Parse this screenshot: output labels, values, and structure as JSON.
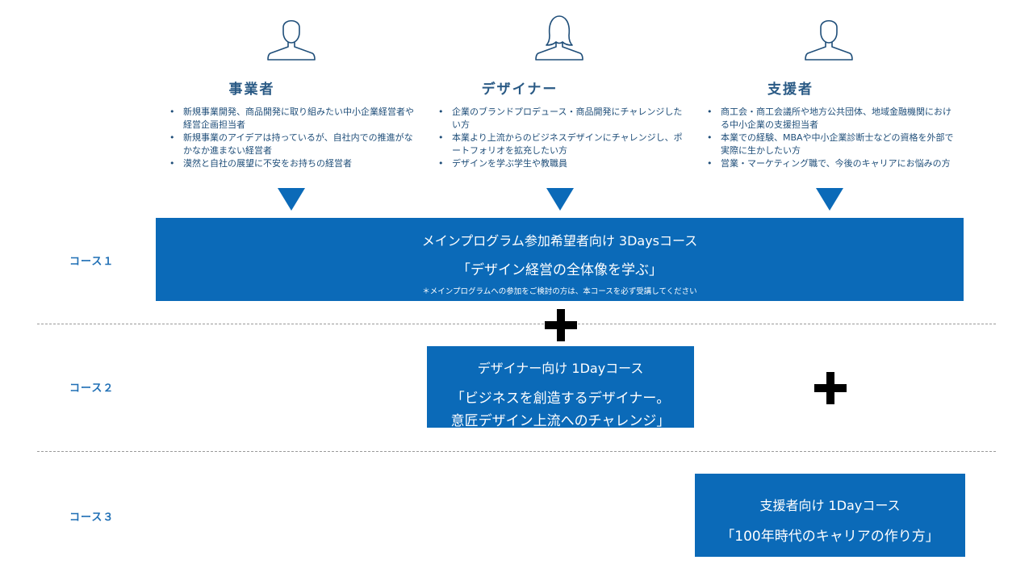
{
  "personas": [
    {
      "title": "事業者",
      "icon": "male-user-icon",
      "items": [
        "新規事業開発、商品開発に取り組みたい中小企業経営者や経営企画担当者",
        "新規事業のアイデアは持っているが、自社内での推進がなかなか進まない経営者",
        "漠然と自社の展望に不安をお持ちの経営者"
      ]
    },
    {
      "title": "デザイナー",
      "icon": "female-user-icon",
      "items": [
        "企業のブランドプロデュース・商品開発にチャレンジしたい方",
        "本業より上流からのビジネスデザインにチャレンジし、ポートフォリオを拡充したい方",
        "デザインを学ぶ学生や教職員"
      ]
    },
    {
      "title": "支援者",
      "icon": "male-user-icon",
      "items": [
        "商工会・商工会議所や地方公共団体、地域金融機関における中小企業の支援担当者",
        "本業での経験、MBAや中小企業診断士などの資格を外部で実際に生かしたい方",
        "営業・マーケティング職で、今後のキャリアにお悩みの方"
      ]
    }
  ],
  "courses": [
    {
      "label": "コース１",
      "title": "メインプログラム参加希望者向け 3Daysコース",
      "subtitle": "「デザイン経営の全体像を学ぶ」",
      "note": "＊メインプログラムへの参加をご検討の方は、本コースを必ず受講してください"
    },
    {
      "label": "コース２",
      "title": "デザイナー向け 1Dayコース",
      "subtitle_line1": "「ビジネスを創造するデザイナー。",
      "subtitle_line2": "意匠デザイン上流へのチャレンジ」"
    },
    {
      "label": "コース３",
      "title": "支援者向け 1Dayコース",
      "subtitle": "「100年時代のキャリアの作り方」"
    }
  ],
  "colors": {
    "box": "#0b6ab8",
    "heading": "#2a5a85",
    "label": "#1f6fb5",
    "plus": "#000000"
  }
}
